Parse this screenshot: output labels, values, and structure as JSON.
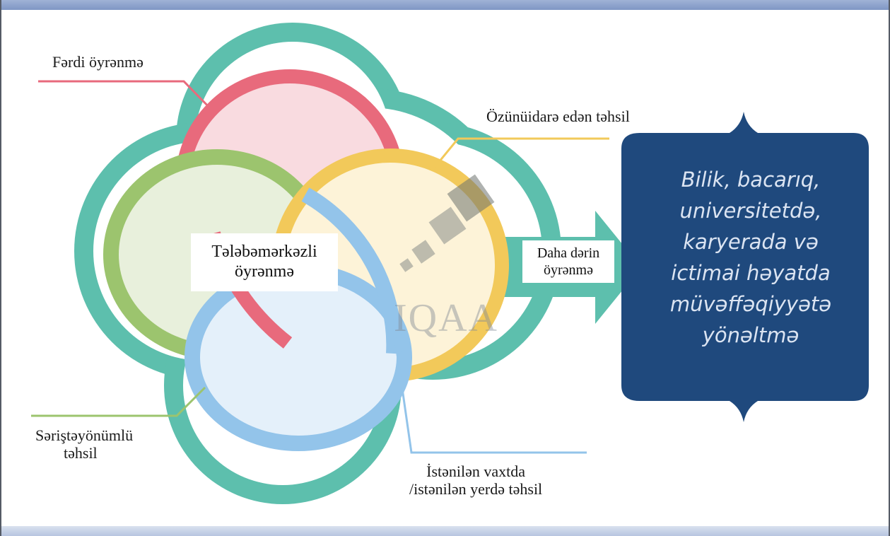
{
  "diagram": {
    "center_label": "Tələbəmərkəzli öyrənmə",
    "arrow_label": "Daha dərin öyrənmə",
    "watermark": "IQAA",
    "labels": {
      "individual": "Fərdi öyrənmə",
      "self_managed": "Özünüidarə edən təhsil",
      "competence": [
        "Səriştəyönümlü",
        "təhsil"
      ],
      "anytime": [
        "İstənilən vaxtda",
        "/istənilən yerdə təhsil"
      ]
    },
    "outcome_lines": [
      "Bilik, bacarıq,",
      "universitetdə,",
      "karyerada və",
      "ictimai həyatda",
      "müvəffəqiyyətə",
      "yönəltmə"
    ]
  },
  "colors": {
    "outer_ring": "#5dbfad",
    "red_ring": "#e86a7c",
    "green_ring": "#9cc46e",
    "yellow_ring": "#f2c95a",
    "blue_ring": "#93c4ea",
    "callout": "#1f497d"
  }
}
